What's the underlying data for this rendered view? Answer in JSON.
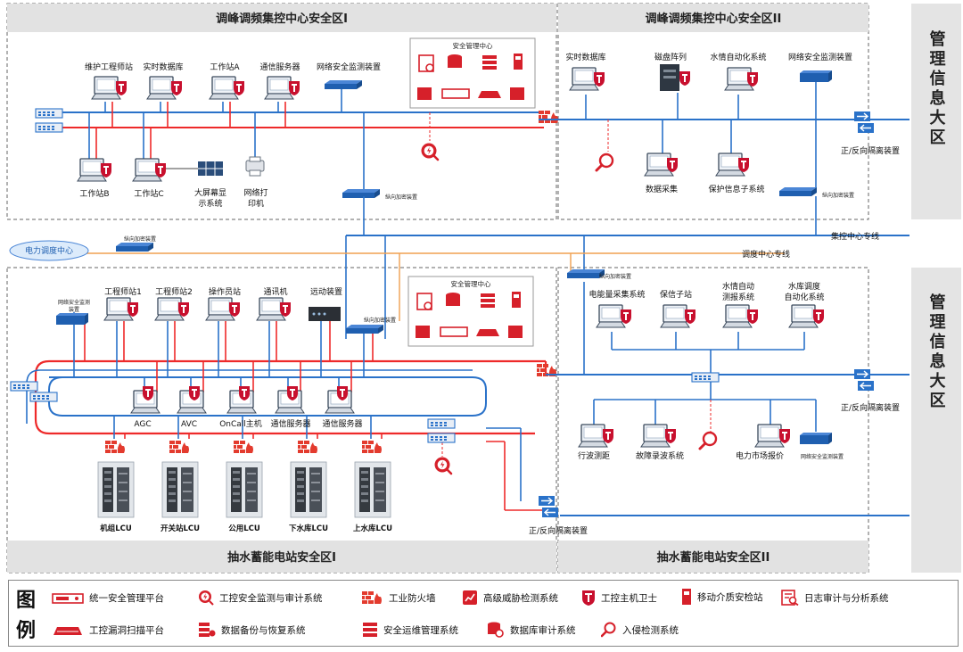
{
  "colors": {
    "net_blue": "#2a72c9",
    "net_red": "#ee2a2a",
    "dispatch_orange": "#f0a050",
    "zone_header": "#e2e2e2",
    "side_band": "#e4e4e4",
    "shield": "#c8102e"
  },
  "zones": {
    "top_left": "调峰调频集控中心安全区I",
    "top_right": "调峰调频集控中心安全区II",
    "bottom_left": "抽水蓄能电站安全区I",
    "bottom_right": "抽水蓄能电站安全区II"
  },
  "side_band": {
    "top": "管理信息大区",
    "bottom": "管理信息大区"
  },
  "security_center_title_top": "安全管理中心",
  "security_center_title_bottom": "安全管理中心",
  "top_left_nodes": {
    "maint_eng": "维护工程师站",
    "realtime_db": "实时数据库",
    "ws_a": "工作站A",
    "comm_server": "通信服务器",
    "net_monitor": "网络安全监测装置",
    "ws_b": "工作站B",
    "ws_c": "工作站C",
    "big_screen_1": "大屏幕显",
    "big_screen_2": "示系统",
    "printer_1": "网络打",
    "printer_2": "印机",
    "vert_encrypt": "纵向加密装置"
  },
  "top_right_nodes": {
    "realtime_db": "实时数据库",
    "disk_array": "磁盘阵列",
    "hydro_auto": "水情自动化系统",
    "net_monitor": "网络安全监测装置",
    "data_collect": "数据采集",
    "protect_info": "保护信息子系统",
    "vert_encrypt": "纵向加密装置",
    "isolation": "正/反向隔离装置"
  },
  "lines": {
    "central_line": "集控中心专线",
    "dispatch_line": "调度中心专线",
    "dispatch_center": "电力调度中心",
    "dispatch_encrypt": "纵向加密装置"
  },
  "bottom_left_nodes": {
    "net_monitor_1": "网络安全监测",
    "net_monitor_2": "装置",
    "eng1": "工程师站1",
    "eng2": "工程师站2",
    "operator": "操作员站",
    "comm": "通讯机",
    "motion": "远动装置",
    "vert_encrypt": "纵向加密装置",
    "agc": "AGC",
    "avc": "AVC",
    "oncall": "OnCall主机",
    "comm_server_1": "通信服务器",
    "comm_server_2": "通信服务器",
    "lcu_unit": "机组LCU",
    "lcu_switch": "开关站LCU",
    "lcu_public": "公用LCU",
    "lcu_lower": "下水库LCU",
    "lcu_upper": "上水库LCU",
    "isolation": "正/反向隔离装置"
  },
  "bottom_right_nodes": {
    "vert_encrypt": "纵向加密装置",
    "energy": "电能量采集系统",
    "protect": "保信子站",
    "hydro_1": "水情自动",
    "hydro_2": "测报系统",
    "reservoir_1": "水库调度",
    "reservoir_2": "自动化系统",
    "travel_wave": "行波测距",
    "fault_record": "故障录波系统",
    "market": "电力市场报价",
    "net_monitor": "网络安全监测装置",
    "isolation": "正/反向隔离装置"
  },
  "legend": {
    "head_1": "图",
    "head_2": "例",
    "items": [
      {
        "icon": "unified-platform-icon",
        "label": "统一安全管理平台"
      },
      {
        "icon": "ics-audit-icon",
        "label": "工控安全监测与审计系统"
      },
      {
        "icon": "industrial-firewall-icon",
        "label": "工业防火墙"
      },
      {
        "icon": "threat-detect-icon",
        "label": "高级威胁检测系统"
      },
      {
        "icon": "host-guard-icon",
        "label": "工控主机卫士"
      },
      {
        "icon": "media-check-icon",
        "label": "移动介质安检站"
      },
      {
        "icon": "log-audit-icon",
        "label": "日志审计与分析系统"
      },
      {
        "icon": "vuln-scan-icon",
        "label": "工控漏洞扫描平台"
      },
      {
        "icon": "backup-icon",
        "label": "数据备份与恢复系统"
      },
      {
        "icon": "ops-mgmt-icon",
        "label": "安全运维管理系统"
      },
      {
        "icon": "db-audit-icon",
        "label": "数据库审计系统"
      },
      {
        "icon": "intrusion-detect-icon",
        "label": "入侵检测系统"
      }
    ]
  }
}
